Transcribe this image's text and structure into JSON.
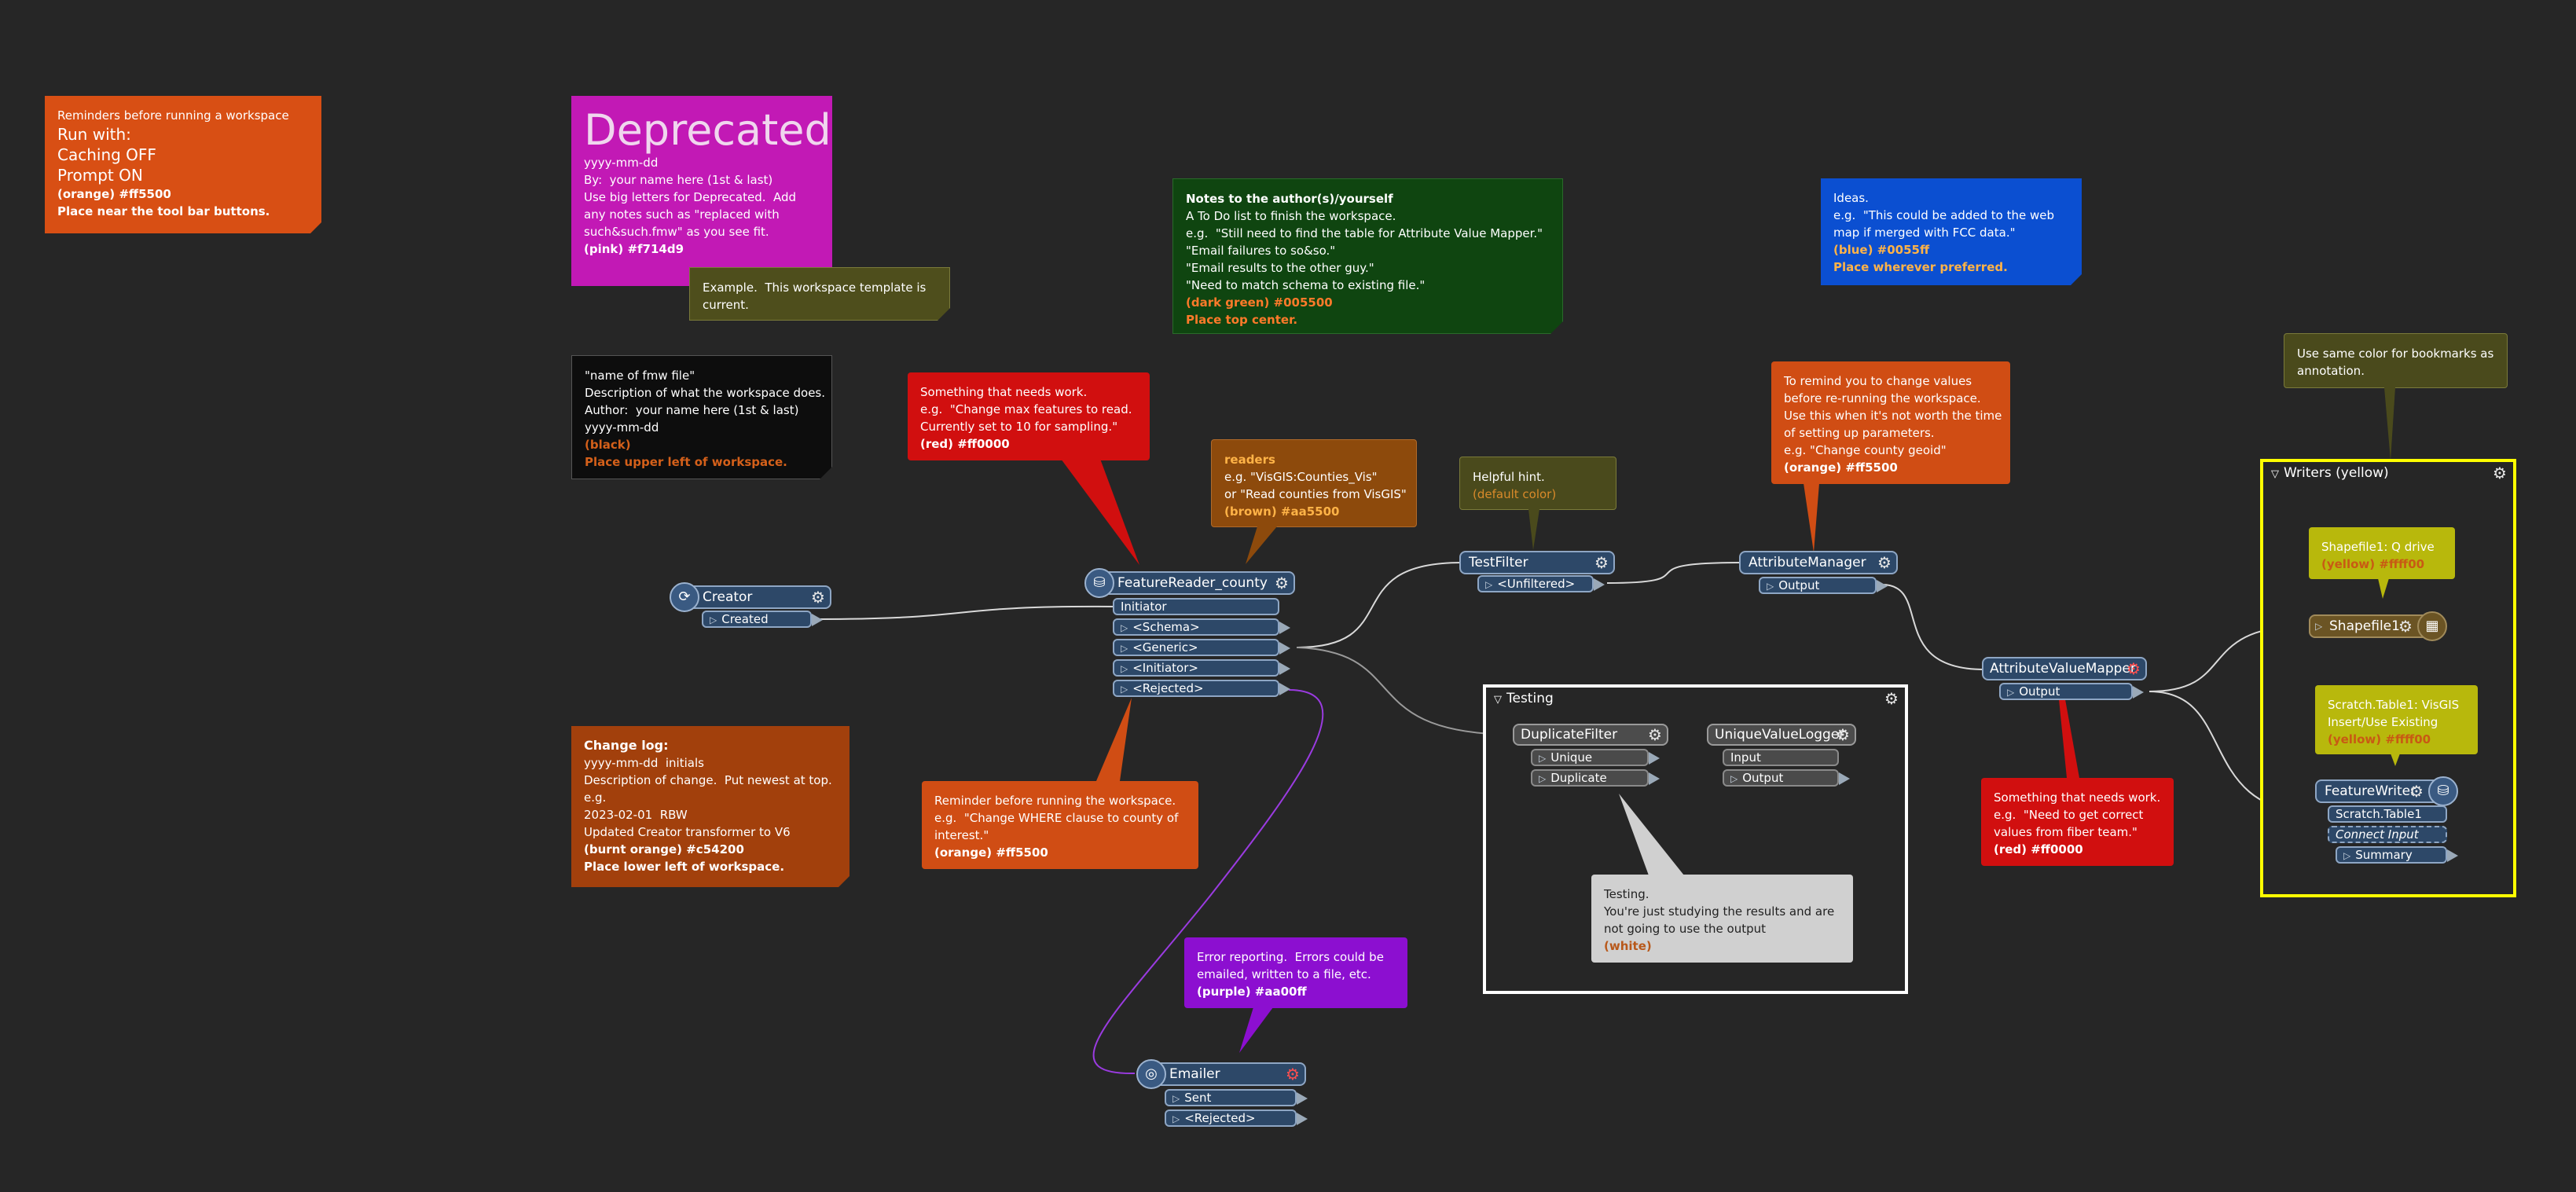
{
  "notes": {
    "reminders": {
      "lines": [
        "Reminders before running a workspace",
        "Run with:",
        "Caching OFF",
        "Prompt ON",
        "(orange) #ff5500",
        "Place near the tool bar buttons."
      ],
      "bg": "#d84f14"
    },
    "deprecated": {
      "title": "Deprecated",
      "lines": [
        "yyyy-mm-dd",
        "By:  your name here (1st & last)",
        "Use big letters for Deprecated.  Add",
        "any notes such as \"replaced with",
        "such&such.fmw\" as you see fit.",
        "(pink) #f714d9"
      ],
      "bg": "#c219b5"
    },
    "example": {
      "lines": [
        "Example.  This workspace template is",
        "current."
      ],
      "bg": "#4e4e1c"
    },
    "author": {
      "lines": [
        "Notes to the author(s)/yourself",
        "A To Do list to finish the workspace.",
        "e.g.  \"Still need to find the table for Attribute Value Mapper.\"",
        "\"Email failures to so&so.\"",
        "\"Email results to the other guy.\"",
        "\"Need to match schema to existing file.\"",
        "(dark green) #005500",
        "Place top center."
      ],
      "bg": "#0f4510"
    },
    "ideas": {
      "lines": [
        "Ideas.",
        "e.g.  \"This could be added to the web",
        "map if merged with FCC data.\"",
        "(blue) #0055ff",
        "Place wherever preferred."
      ],
      "bg": "#0b4fd1"
    },
    "fmwfile": {
      "lines": [
        "\"name of fmw file\"",
        "Description of what the workspace does.",
        "Author:  your name here (1st & last)",
        "yyyy-mm-dd",
        "(black)",
        "Place upper left of workspace."
      ],
      "bg": "#0d0d0d"
    },
    "needswork1": {
      "lines": [
        "Something that needs work.",
        "e.g.  \"Change max features to read.",
        "Currently set to 10 for sampling.\"",
        "(red) #ff0000"
      ],
      "bg": "#d10f0f"
    },
    "readers": {
      "lines": [
        "readers",
        "e.g. \"VisGIS:Counties_Vis\"",
        "or \"Read counties from VisGIS\"",
        "(brown) #aa5500"
      ],
      "bg": "#8d4a0c"
    },
    "hint": {
      "lines": [
        "Helpful hint.",
        "(default color)"
      ],
      "bg": "#4a4a1c"
    },
    "remind": {
      "lines": [
        "To remind you to change values",
        "before re-running the workspace.",
        "Use this when it's not worth the time",
        "of setting up parameters.",
        "e.g. \"Change county geoid\"",
        "(orange) #ff5500"
      ],
      "bg": "#d04d14"
    },
    "bookmarkcolor": {
      "lines": [
        "Use same color for bookmarks as",
        "annotation."
      ],
      "bg": "#4a4a1c"
    },
    "changelog": {
      "lines": [
        "Change log:",
        "yyyy-mm-dd  initials",
        "Description of change.  Put newest at top.",
        "e.g.",
        "2023-02-01  RBW",
        "Updated Creator transformer to V6",
        "(burnt orange) #c54200",
        "Place lower left of workspace."
      ],
      "bg": "#a2400c"
    },
    "reminder2": {
      "lines": [
        "Reminder before running the workspace.",
        "e.g.  \"Change WHERE clause to county of",
        "interest.\"",
        "(orange) #ff5500"
      ],
      "bg": "#d04d14"
    },
    "testing": {
      "lines": [
        "Testing.",
        "You're just studying the results and are",
        "not going to use the output",
        "(white)"
      ],
      "bg": "#d0d0d0"
    },
    "needswork2": {
      "lines": [
        "Something that needs work.",
        "e.g.  \"Need to get correct",
        "values from fiber team.\"",
        "(red) #ff0000"
      ],
      "bg": "#d10f0f"
    },
    "error": {
      "lines": [
        "Error reporting.  Errors could be",
        "emailed, written to a file, etc.",
        "(purple) #aa00ff"
      ],
      "bg": "#8c0fd0"
    },
    "shapefile": {
      "lines": [
        "Shapefile1: Q drive",
        "(yellow) #ffff00"
      ],
      "bg": "#b8b80c"
    },
    "scratch": {
      "lines": [
        "Scratch.Table1: VisGIS",
        "Insert/Use Existing",
        "(yellow) #ffff00"
      ],
      "bg": "#b8b80c"
    }
  },
  "transformers": {
    "creator": {
      "name": "Creator",
      "ports": [
        "Created"
      ]
    },
    "reader": {
      "name": "FeatureReader_county",
      "ports": [
        "Initiator",
        "<Schema>",
        "<Generic>",
        "<Initiator>",
        "<Rejected>"
      ]
    },
    "testfilter": {
      "name": "TestFilter",
      "ports": [
        "<Unfiltered>"
      ]
    },
    "attrmanager": {
      "name": "AttributeManager",
      "ports": [
        "Output"
      ]
    },
    "valuemapper": {
      "name": "AttributeValueMapper",
      "ports": [
        "Output"
      ]
    },
    "emailer": {
      "name": "Emailer",
      "ports": [
        "Sent",
        "<Rejected>"
      ]
    },
    "dupfilter": {
      "name": "DuplicateFilter",
      "ports": [
        "Unique",
        "Duplicate"
      ]
    },
    "logger": {
      "name": "UniqueValueLogger",
      "ports": [
        "Input",
        "Output"
      ]
    },
    "shapefile": {
      "name": "Shapefile1"
    },
    "writer": {
      "name": "FeatureWriter",
      "ports": [
        "Scratch.Table1",
        "Connect Input",
        "Summary"
      ]
    }
  },
  "bookmarks": {
    "testing": {
      "title": "Testing"
    },
    "writers": {
      "title": "Writers (yellow)"
    }
  },
  "colors": {
    "background": "#262626",
    "transformer": "#2d4868",
    "writers_bookmark": "#ffff00",
    "testing_bookmark": "#ffffff",
    "accent_orange": "#ff7a2a"
  }
}
